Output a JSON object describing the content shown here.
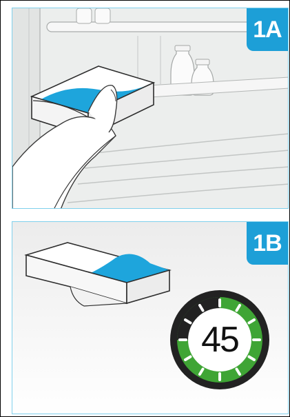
{
  "step_a": {
    "badge_label": "1A"
  },
  "step_b": {
    "badge_label": "1B",
    "timer_value": "45"
  },
  "colors": {
    "badge_blue": "#1d9fd7",
    "pack_blue": "#1ea5dc",
    "timer_green": "#3fa535",
    "timer_dark": "#222222",
    "panel_border": "#7fd0ec"
  },
  "icons": {
    "timer": "stopwatch-45-icon"
  }
}
